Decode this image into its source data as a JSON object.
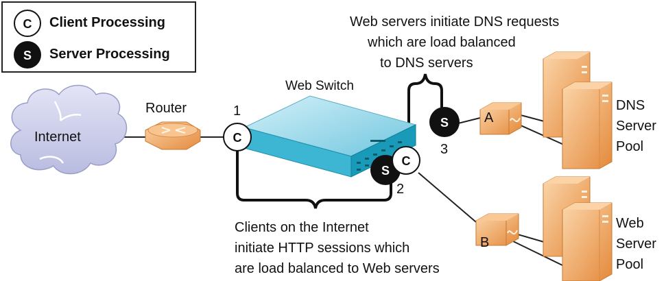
{
  "legend": {
    "client": {
      "letter": "C",
      "label": "Client Processing"
    },
    "server": {
      "letter": "S",
      "label": "Server Processing"
    }
  },
  "nodes": {
    "internet": "Internet",
    "router": "Router",
    "web_switch": "Web Switch",
    "balancer_a": "A",
    "balancer_b": "B",
    "dns_pool": [
      "DNS",
      "Server",
      "Pool"
    ],
    "web_pool": [
      "Web",
      "Server",
      "Pool"
    ]
  },
  "step_numbers": {
    "one": "1",
    "two": "2",
    "three": "3"
  },
  "annotations": {
    "dns": [
      "Web servers initiate DNS requests",
      "which are load balanced",
      "to DNS servers"
    ],
    "http": [
      "Clients on the Internet",
      "initiate HTTP sessions which",
      "are load balanced to Web servers"
    ]
  },
  "colors": {
    "cloud": "#c9cbe8",
    "switch_top": "#8ed3e6",
    "switch_front": "#1aa6c5",
    "server_orange": "#f0a35e",
    "router_orange": "#f2a566",
    "server_badge": "#111111"
  }
}
